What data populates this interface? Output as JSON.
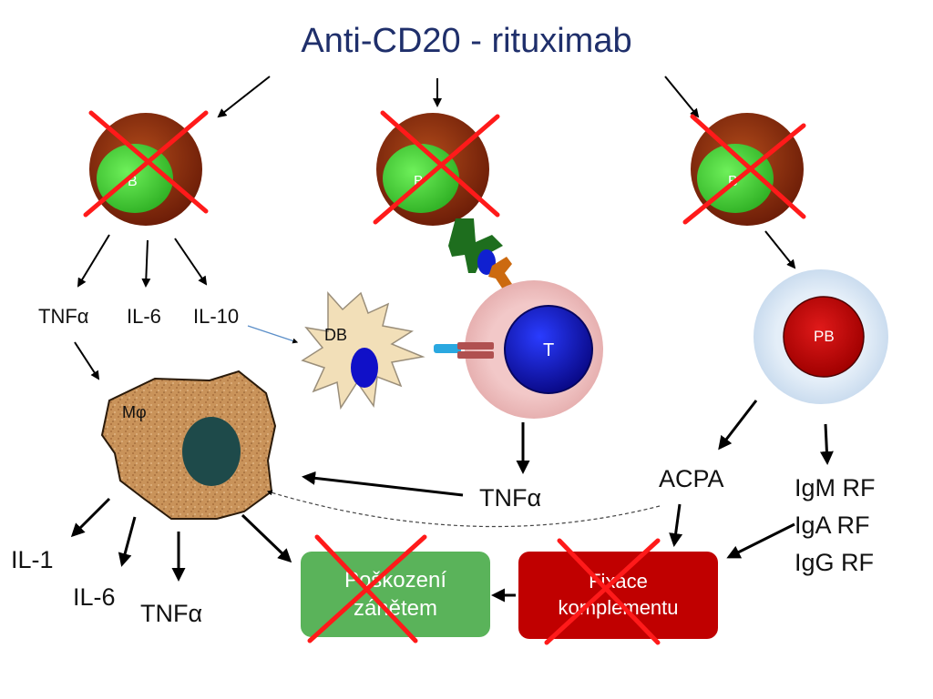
{
  "title": "Anti-CD20 - rituximab",
  "cells": {
    "b_left": "B",
    "b_center": "B",
    "b_right": "B",
    "plasma": "PB",
    "t_cell": "T",
    "dendritic": "DB",
    "macrophage": "Mφ"
  },
  "cytokines_b": [
    "TNFα",
    "IL-6",
    "IL-10"
  ],
  "t_output": "TNFα",
  "macrophage_outputs": [
    "IL-1",
    "IL-6",
    "TNFα"
  ],
  "plasma_outputs": {
    "acpa": "ACPA",
    "rf": [
      "IgM RF",
      "IgA RF",
      "IgG RF"
    ]
  },
  "boxes": {
    "damage": [
      "Poškození",
      "zánětem"
    ],
    "complement": [
      "Fixace",
      "komplementu"
    ]
  },
  "colors": {
    "title": "#1f2f6b",
    "cross": "#ff1a1a",
    "b_outer": "#8b2a0c",
    "b_inner": "#3ccf2e",
    "damage_box": "#5ab35a",
    "complement_box": "#c00000"
  }
}
